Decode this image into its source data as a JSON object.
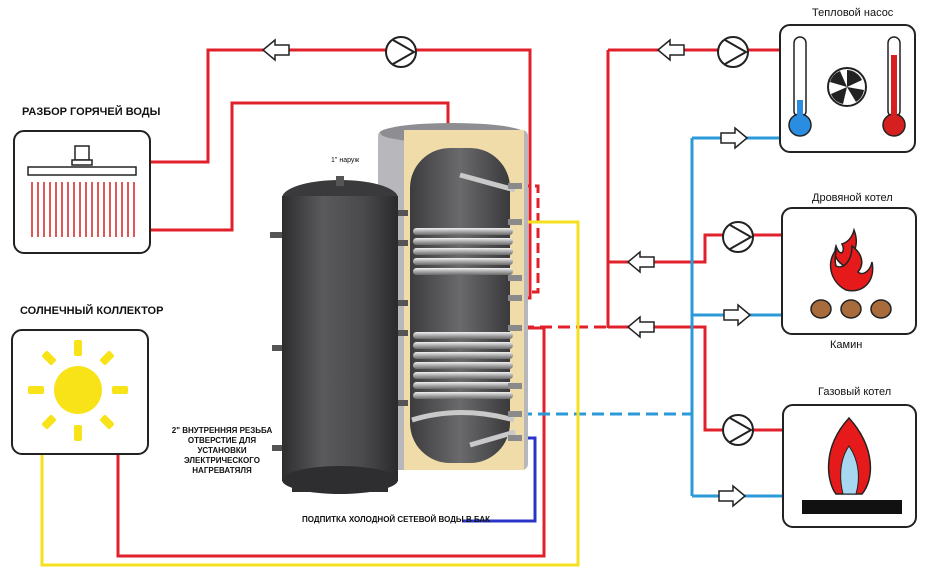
{
  "labels": {
    "hot_water": "РАЗБОР ГОРЯЧЕЙ ВОДЫ",
    "solar": "СОЛНЕЧНЫЙ КОЛЛЕКТОР",
    "heat_pump": "Тепловой насос",
    "wood_boiler": "Дровяной котел",
    "fireplace": "Камин",
    "gas_boiler": "Газовый котел",
    "outlet_top": "1\" наруж",
    "heater_port": "2\" ВНУТРЕННЯЯ РЕЗЬБА ОТВЕРСТИЕ ДЛЯ УСТАНОВКИ ЭЛЕКТРИЧЕСКОГО НАГРЕВАТЯЛЯ",
    "cold_supply": "ПОДПИТКА ХОЛОДНОЙ СЕТЕВОЙ ВОДЫ В БАК"
  },
  "colors": {
    "hot_line": "#e0202a",
    "cold_line": "#2b9ad8",
    "solar_line": "#f5e020",
    "mains_line": "#2a34c8",
    "tank_body": "#4a4a4c",
    "insulation": "#f0dca8",
    "sun": "#f7e318",
    "flame": "#e61a1a"
  },
  "icons": {
    "pump": "circulation-pump-icon",
    "flow": "flow-arrow-icon",
    "shower": "shower-head-icon",
    "sun": "sun-icon",
    "fan": "fan-icon",
    "thermometer": "thermometer-icon",
    "fire": "fire-icon",
    "gas_flame": "gas-flame-icon"
  }
}
